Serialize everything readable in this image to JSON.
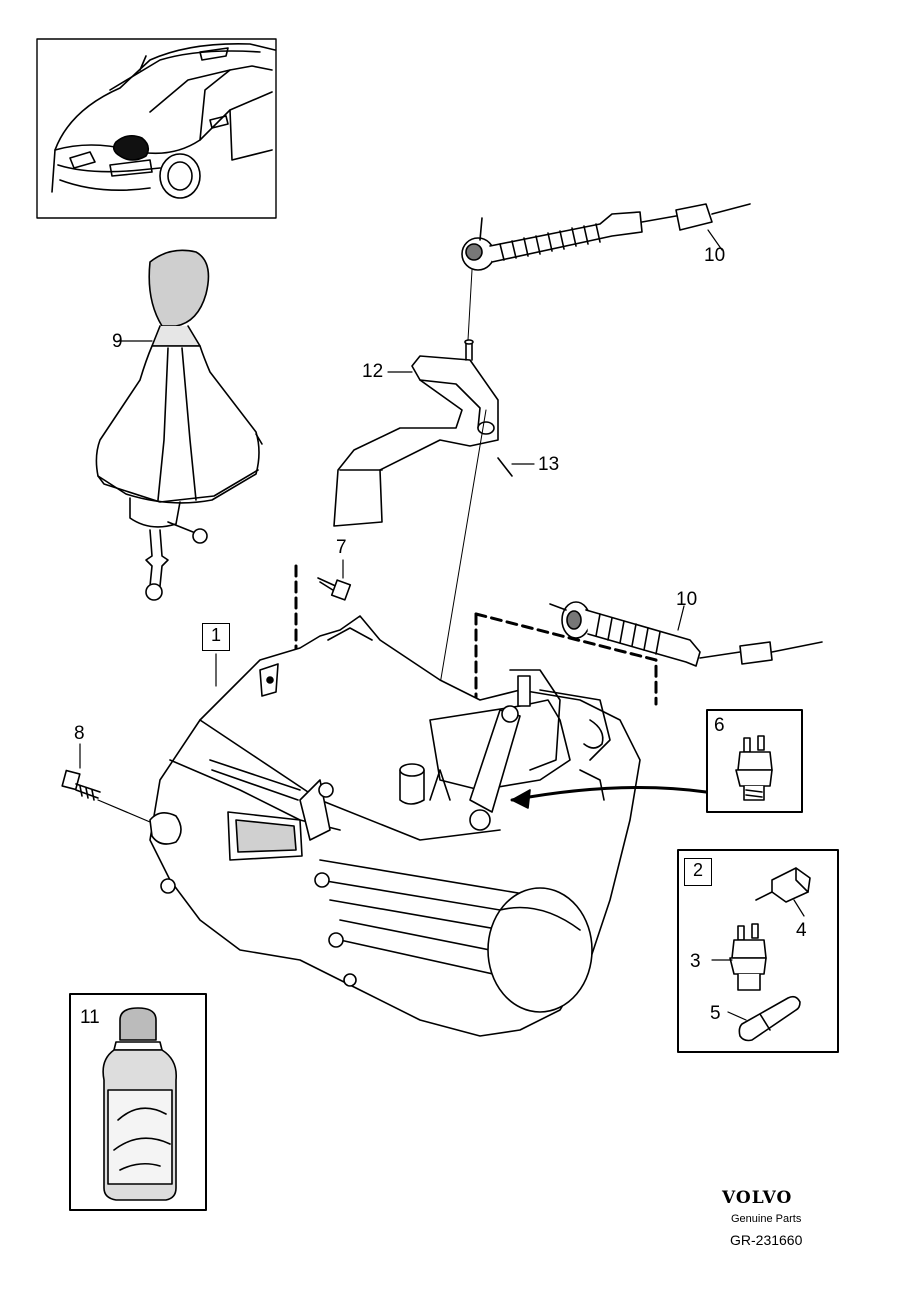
{
  "callouts": {
    "c1": "1",
    "c2": "2",
    "c3": "3",
    "c4": "4",
    "c5": "5",
    "c6": "6",
    "c7": "7",
    "c8": "8",
    "c9": "9",
    "c10a": "10",
    "c10b": "10",
    "c11": "11",
    "c12": "12",
    "c13": "13"
  },
  "footer": {
    "brand": "VOLVO",
    "subtitle": "Genuine Parts",
    "reference": "GR-231660"
  }
}
